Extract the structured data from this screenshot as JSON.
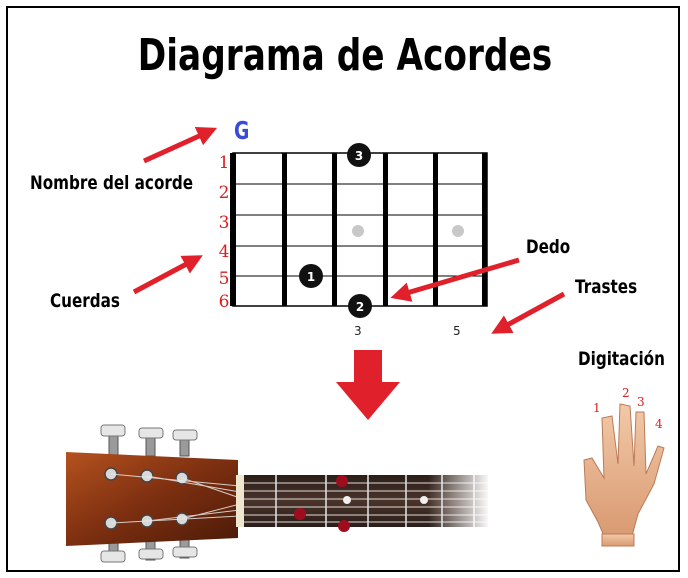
{
  "title": "Diagrama de Acordes",
  "chord_name": "G",
  "labels": {
    "chord_name_label": "Nombre del acorde",
    "strings_label": "Cuerdas",
    "finger_label": "Dedo",
    "frets_label": "Trastes",
    "fingering_label": "Digitación"
  },
  "string_numbers": [
    "1",
    "2",
    "3",
    "4",
    "5",
    "6"
  ],
  "fret_numbers": [
    "3",
    "5"
  ],
  "finger_markers": [
    {
      "finger": "3",
      "string": 1,
      "fret": 3
    },
    {
      "finger": "1",
      "string": 5,
      "fret": 2
    },
    {
      "finger": "2",
      "string": 6,
      "fret": 3
    }
  ],
  "hand_finger_numbers": [
    "1",
    "2",
    "3",
    "4"
  ],
  "colors": {
    "accent_red": "#e0202a",
    "chord_blue": "#3a4bd8",
    "string_number_red": "#d81e1e",
    "fretboard": "#3b2a22",
    "headstock": "#8e3a16"
  }
}
